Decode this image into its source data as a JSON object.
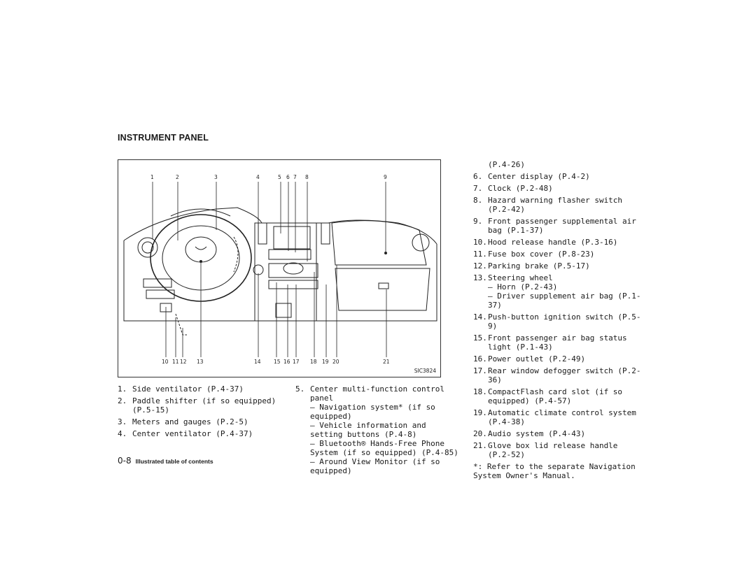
{
  "section_title": "INSTRUMENT PANEL",
  "figure": {
    "code": "SIC3824",
    "top_callouts": [
      "1",
      "2",
      "3",
      "4",
      "5",
      "6",
      "7",
      "8",
      "9"
    ],
    "bottom_callouts": [
      "10",
      "11",
      "12",
      "13",
      "14",
      "15",
      "16",
      "17",
      "18",
      "19",
      "20",
      "21"
    ]
  },
  "col1": [
    {
      "num": "1.",
      "text": "Side ventilator (P.4-37)"
    },
    {
      "num": "2.",
      "text": "Paddle shifter (if so equipped) (P.5-15)"
    },
    {
      "num": "3.",
      "text": "Meters and gauges (P.2-5)"
    },
    {
      "num": "4.",
      "text": "Center ventilator (P.4-37)"
    }
  ],
  "col2": {
    "num": "5.",
    "text": "Center multi-function control panel",
    "subs": [
      "— Navigation system* (if so equipped)",
      "— Vehicle information and setting buttons (P.4-8)",
      "— Bluetooth® Hands-Free Phone System (if so equipped) (P.4-85)",
      "— Around View Monitor (if so equipped)"
    ]
  },
  "col3_cont": "(P.4-26)",
  "col3": [
    {
      "num": "6.",
      "text": "Center display (P.4-2)"
    },
    {
      "num": "7.",
      "text": "Clock (P.2-48)"
    },
    {
      "num": "8.",
      "text": "Hazard warning flasher switch (P.2-42)"
    },
    {
      "num": "9.",
      "text": "Front passenger supplemental air bag (P.1-37)"
    },
    {
      "num": "10.",
      "text": "Hood release handle (P.3-16)"
    },
    {
      "num": "11.",
      "text": "Fuse box cover (P.8-23)"
    },
    {
      "num": "12.",
      "text": "Parking brake (P.5-17)"
    },
    {
      "num": "13.",
      "text": "Steering wheel",
      "subs": [
        "— Horn (P.2-43)",
        "— Driver supplement air bag (P.1-37)"
      ]
    },
    {
      "num": "14.",
      "text": "Push-button ignition switch (P.5-9)"
    },
    {
      "num": "15.",
      "text": "Front passenger air bag status light (P.1-43)"
    },
    {
      "num": "16.",
      "text": "Power outlet (P.2-49)"
    },
    {
      "num": "17.",
      "text": "Rear window defogger switch (P.2-36)"
    },
    {
      "num": "18.",
      "text": "CompactFlash card slot (if so equipped) (P.4-57)"
    },
    {
      "num": "19.",
      "text": "Automatic climate control system (P.4-38)"
    },
    {
      "num": "20.",
      "text": "Audio system (P.4-43)"
    },
    {
      "num": "21.",
      "text": "Glove box lid release handle (P.2-52)"
    }
  ],
  "note": "*: Refer to the separate Navigation System Owner's Manual.",
  "footer": {
    "page": "0-8",
    "section": "Illustrated table of contents"
  }
}
